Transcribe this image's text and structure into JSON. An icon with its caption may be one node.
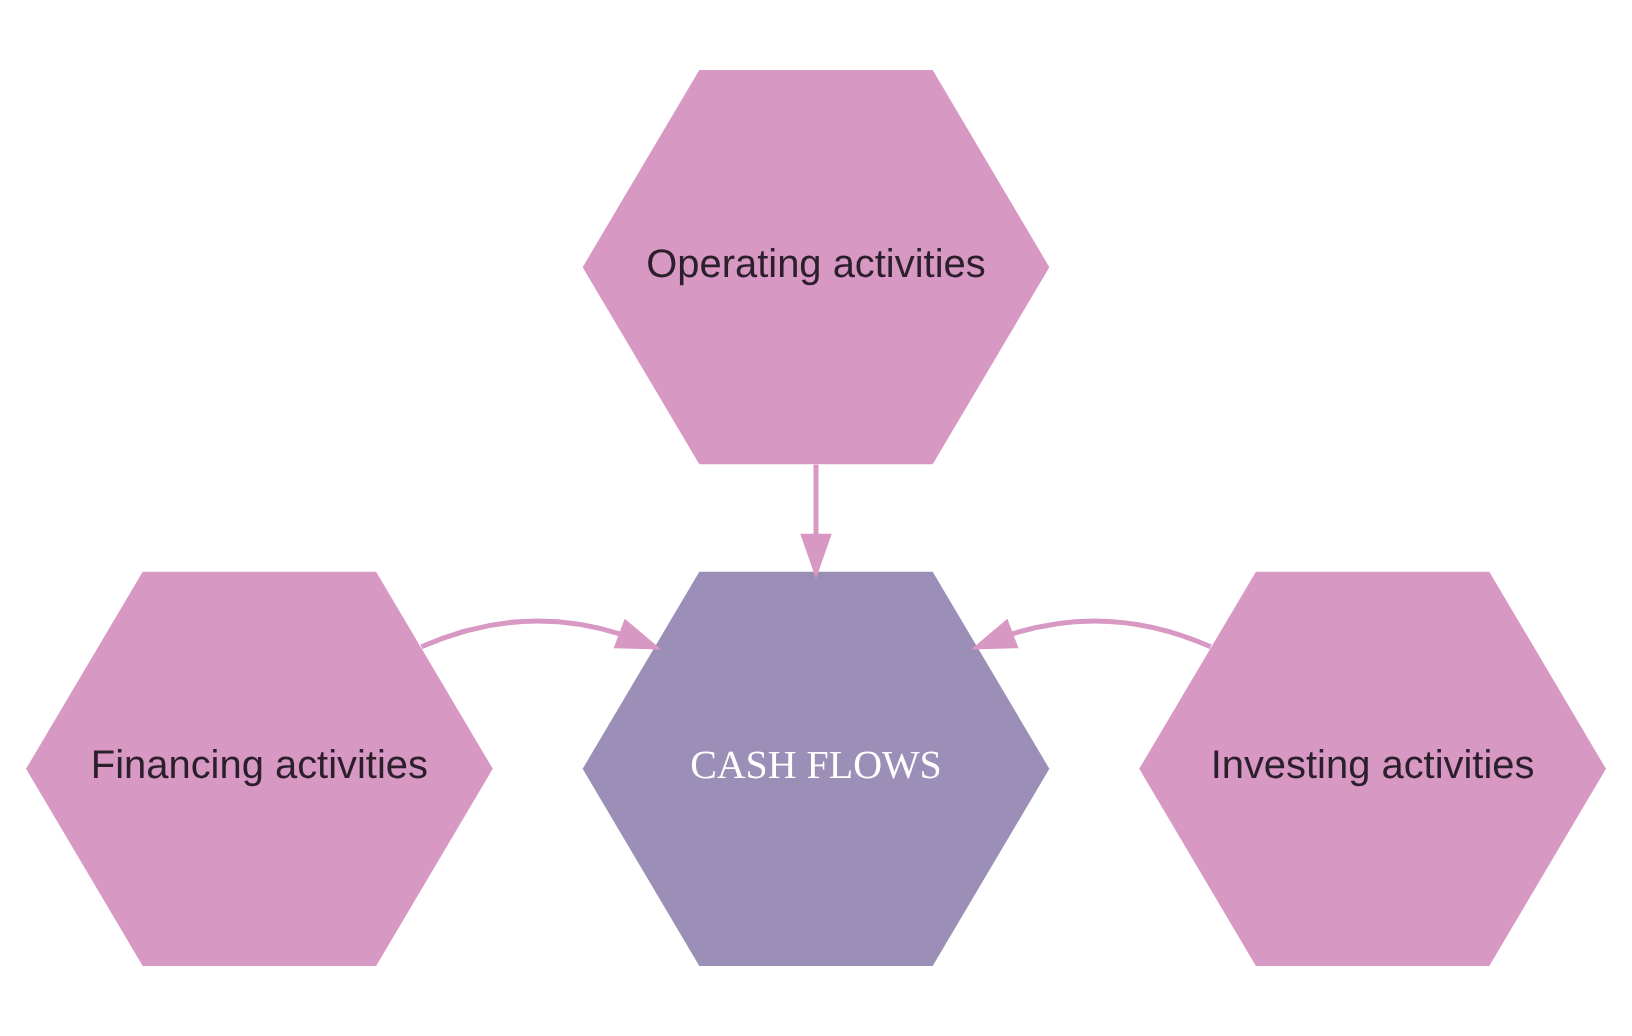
{
  "diagram": {
    "nodes": [
      {
        "text": [
          "Operating activities"
        ]
      },
      {
        "text": [
          "Financing activities"
        ]
      },
      {
        "text": [
          "CASH FLOWS"
        ]
      },
      {
        "text": [
          "Investing activities"
        ]
      }
    ],
    "edges": [
      {
        "from": 0,
        "to": 2,
        "arrow": "to"
      },
      {
        "from": 1,
        "to": 2,
        "arrow": "to"
      },
      {
        "from": 3,
        "to": 2,
        "arrow": "to"
      }
    ]
  }
}
